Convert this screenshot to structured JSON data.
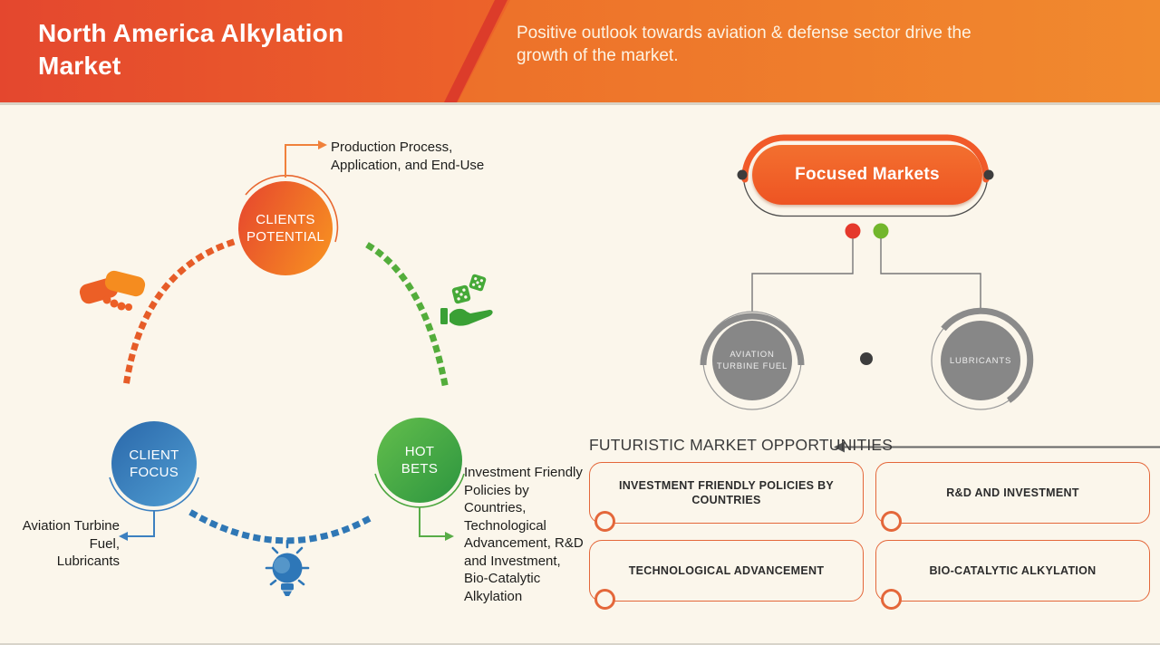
{
  "header": {
    "title": "North America Alkylation\nMarket",
    "subtitle": "Positive outlook towards aviation & defense sector  drive the\ngrowth of the market."
  },
  "left_diagram": {
    "nodes": [
      {
        "id": "clients-potential",
        "label": "CLIENTS\nPOTENTIAL",
        "annotation": "Production Process,\nApplication, and End-Use",
        "color": "#f26a2b",
        "icon": "handshake-icon"
      },
      {
        "id": "client-focus",
        "label": "CLIENT\nFOCUS",
        "annotation": "Aviation Turbine\nFuel,\nLubricants",
        "color": "#3b7fc2",
        "icon": "lightbulb-icon"
      },
      {
        "id": "hot-bets",
        "label": "HOT\nBETS",
        "annotation": "Investment Friendly\nPolicies by\nCountries,\nTechnological\nAdvancement, R&D\nand Investment,\nBio-Catalytic\nAlkylation",
        "color": "#46a63c",
        "icon": "dice-hand-icon"
      }
    ]
  },
  "focused_markets": {
    "title": "Focused Markets",
    "children": [
      {
        "label": "AVIATION\nTURBINE FUEL"
      },
      {
        "label": "LUBRICANTS"
      }
    ],
    "legend_dot_colors": [
      "#e5392c",
      "#72b62c"
    ]
  },
  "opportunities": {
    "heading": "FUTURISTIC MARKET OPPORTUNITIES",
    "items": [
      "INVESTMENT FRIENDLY POLICIES BY COUNTRIES",
      "R&D AND INVESTMENT",
      "TECHNOLOGICAL ADVANCEMENT",
      "BIO-CATALYTIC ALKYLATION"
    ]
  },
  "colors": {
    "header_gradient_left": "#e4472e",
    "header_gradient_right": "#f79b1e",
    "header_stripe": "#dc3c2a",
    "accent_orange": "#f15a29",
    "accent_blue": "#3b7fc2",
    "accent_green": "#46a63c",
    "gray_node": "#878787",
    "background_cream": "#fbf6eb",
    "box_border_orange": "#e4673a"
  }
}
